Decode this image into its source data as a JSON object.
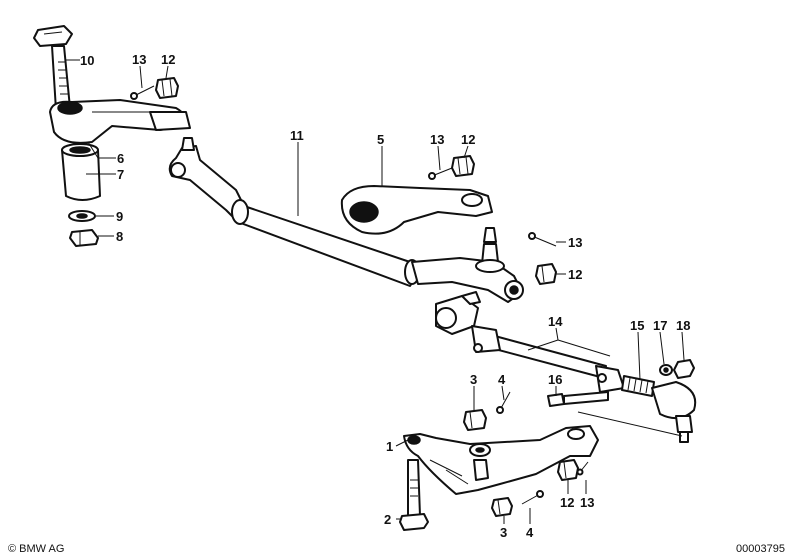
{
  "copyright": "© BMW AG",
  "diagram_id": "00003795",
  "callouts": {
    "c10": "10",
    "c13a": "13",
    "c12a": "12",
    "c6": "6",
    "c7": "7",
    "c9": "9",
    "c8": "8",
    "c11": "11",
    "c5": "5",
    "c13b": "13",
    "c12b": "12",
    "c13c": "13",
    "c12c": "12",
    "c14": "14",
    "c15": "15",
    "c17": "17",
    "c18": "18",
    "c3a": "3",
    "c4a": "4",
    "c16": "16",
    "c1": "1",
    "c2": "2",
    "c3b": "3",
    "c4b": "4",
    "c12d": "12",
    "c13d": "13"
  }
}
